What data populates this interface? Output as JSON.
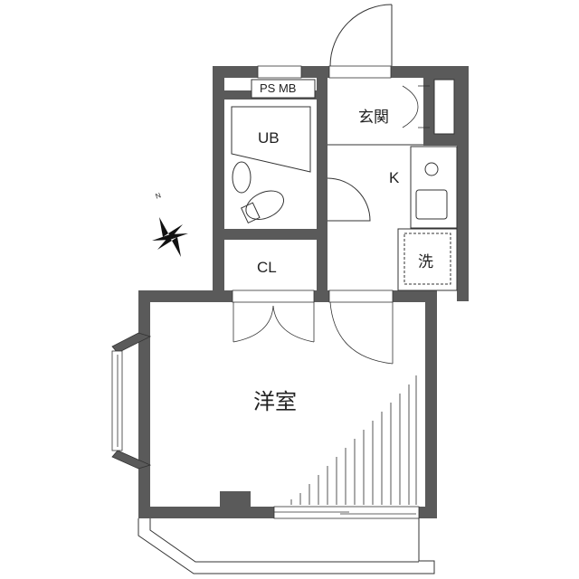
{
  "floorplan": {
    "colors": {
      "wall": "#5a5a5a",
      "line": "#333333",
      "background": "#ffffff"
    },
    "rooms": {
      "ps_mb": {
        "label": "PS MB"
      },
      "entrance": {
        "label": "玄関"
      },
      "unit_bath": {
        "label": "UB"
      },
      "kitchen": {
        "label": "K"
      },
      "laundry": {
        "label": "洗"
      },
      "closet": {
        "label": "CL"
      },
      "western_room": {
        "label": "洋室"
      }
    },
    "compass": {
      "label": "N",
      "icon": "compass-rose-icon"
    }
  }
}
